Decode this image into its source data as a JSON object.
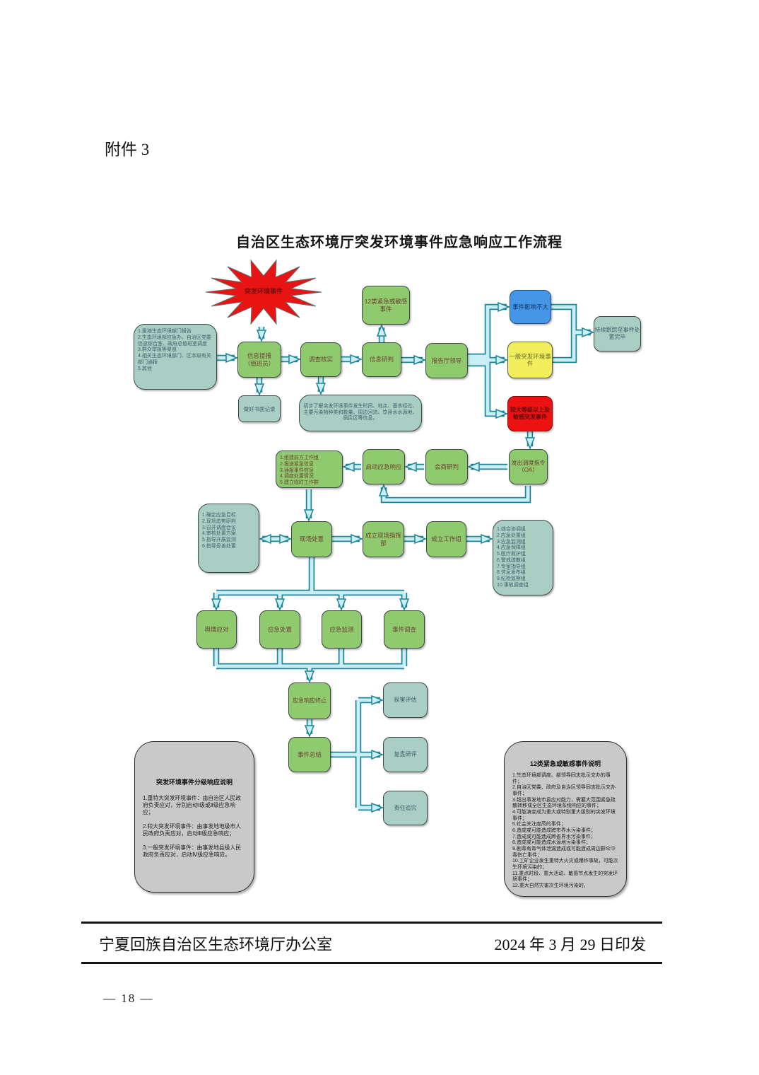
{
  "page": {
    "attachment": "附件 3",
    "footer": {
      "office": "宁夏回族自治区生态环境厅办公室",
      "date": "2024 年 3 月 29 日印发"
    },
    "page_number": "— 18 —"
  },
  "flowchart": {
    "title": "自治区生态环境厅突发环境事件应急响应工作流程",
    "colors": {
      "node_green": "#8fcb6e",
      "node_teal": "#a9cfc5",
      "node_blue": "#4596e8",
      "node_yellow": "#f2ee5c",
      "node_red": "#ee1111",
      "note_gray": "#c9c9c9",
      "arrow_fill": "#c9eff5",
      "arrow_outline": "#1e8597",
      "starburst": "#e81414"
    },
    "nodes": {
      "incident": "突发环境事件",
      "sources": "1.属地生态环境部门报告\n2.生态环境部应急办、自治区党委信息综合室、政府总值班室调度\n3.群众举报等渠道\n4.相关生态环境部门、区本级有关部门通报\n5.其他",
      "receive": "信息接报\n（值班员）",
      "record": "做好书面记录",
      "verify": "调查核实",
      "verify_note": "初步了解突发环境事件发生时间、地点、基本经过、主要污染物种类和数量、周边河流、饮用水水源地、居民区等信息。",
      "judge": "信息研判",
      "report_leader": "报告厅领导",
      "sensitive_event": "12类紧急或敏感事件",
      "minor_impact": "事件影响不大",
      "general_event": "一般突发环境事件",
      "major_event": "较大等级以上及敏感突发事件",
      "tracking": "持续跟踪至事件处置完毕",
      "dispatch_order": "发出调度指令\n（OA）",
      "consult": "会商研判",
      "activate": "启动应急响应",
      "activate_tasks": "1.组建前方工作组\n2.报送紧急信息\n3.通报事件信息\n4.调度处置情况\n5.建立临时工作群",
      "onsite_guidance": "1.确定应急目标\n2.现场态势研判\n3.召开调度会议\n4.审核处置方案\n5.指导开展监测\n6.指导妥善处置",
      "onsite": "现场处置",
      "command_post": "成立现场指挥部",
      "work_groups": "成立工作组",
      "group_list": "1.综合协调组\n2.应急处置组\n3.应急监测组\n4.应急保障组\n5.医疗救护组\n6.警戒疏散组\n7.专家指导组\n8.信息发布组\n9.纪检监察组\n10.事故调查组",
      "public_opinion": "舆情应对",
      "disposal": "应急处置",
      "monitoring": "应急监测",
      "investigation": "事件调查",
      "terminate": "应急响应终止",
      "summary": "事件总结",
      "damage_assessment": "损害评估",
      "review": "复盘研评",
      "accountability": "责任追究"
    },
    "notes": {
      "grading": {
        "title": "突发环境事件分级响应说明",
        "body": "1.重特大突发环境事件：由自治区人民政府负责应对，分别启动Ⅰ级或Ⅱ级应急响应；\n\n2.较大突发环境事件：由事发地地级市人民政府负责应对，启动Ⅲ级应急响应；\n\n3.一般突发环境事件：由事发地县级人民政府负责应对，启动Ⅳ级应急响应。"
      },
      "sensitive": {
        "title": "12类紧急或敏感事件说明",
        "body": "1.生态环境部调度、部领导同志批示交办的事件；\n2.自治区党委、政府及自治区领导同志批示交办事件；\n3.超出事发地市县应对能力，需要大范围紧急疏散转移或全区生态环境系统响应的事件；\n4.可能演变成为重大或特别重大级别的突发环境事件；\n5.社会关注度高的事件；\n6.造成或可能造成跨市界水污染事件；\n7.造成或可能造成跨省界水污染事件；\n8.造成或可能造成水源地污染事件；\n9.剧毒有毒气体泄漏造成或可能造成周边群众中毒伤亡事件；\n10.工矿企业发生重特大火灾或爆炸事故，可能次生环境污染的；\n11.重点时段、重大活动、敏感节点发生的突发环境事件；\n12.重大自然灾害次生环境污染的。"
      }
    }
  }
}
